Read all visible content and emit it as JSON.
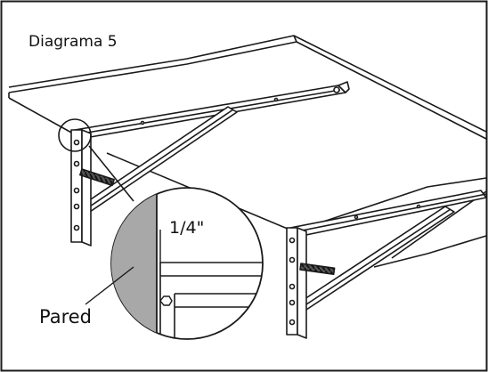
{
  "diagram": {
    "title": "Diagrama 5",
    "callout_measurement": "1/4\"",
    "wall_label": "Pared"
  },
  "colors": {
    "line": "#1a1a1a",
    "wall_fill": "#a8a8a8",
    "background": "#ffffff"
  }
}
